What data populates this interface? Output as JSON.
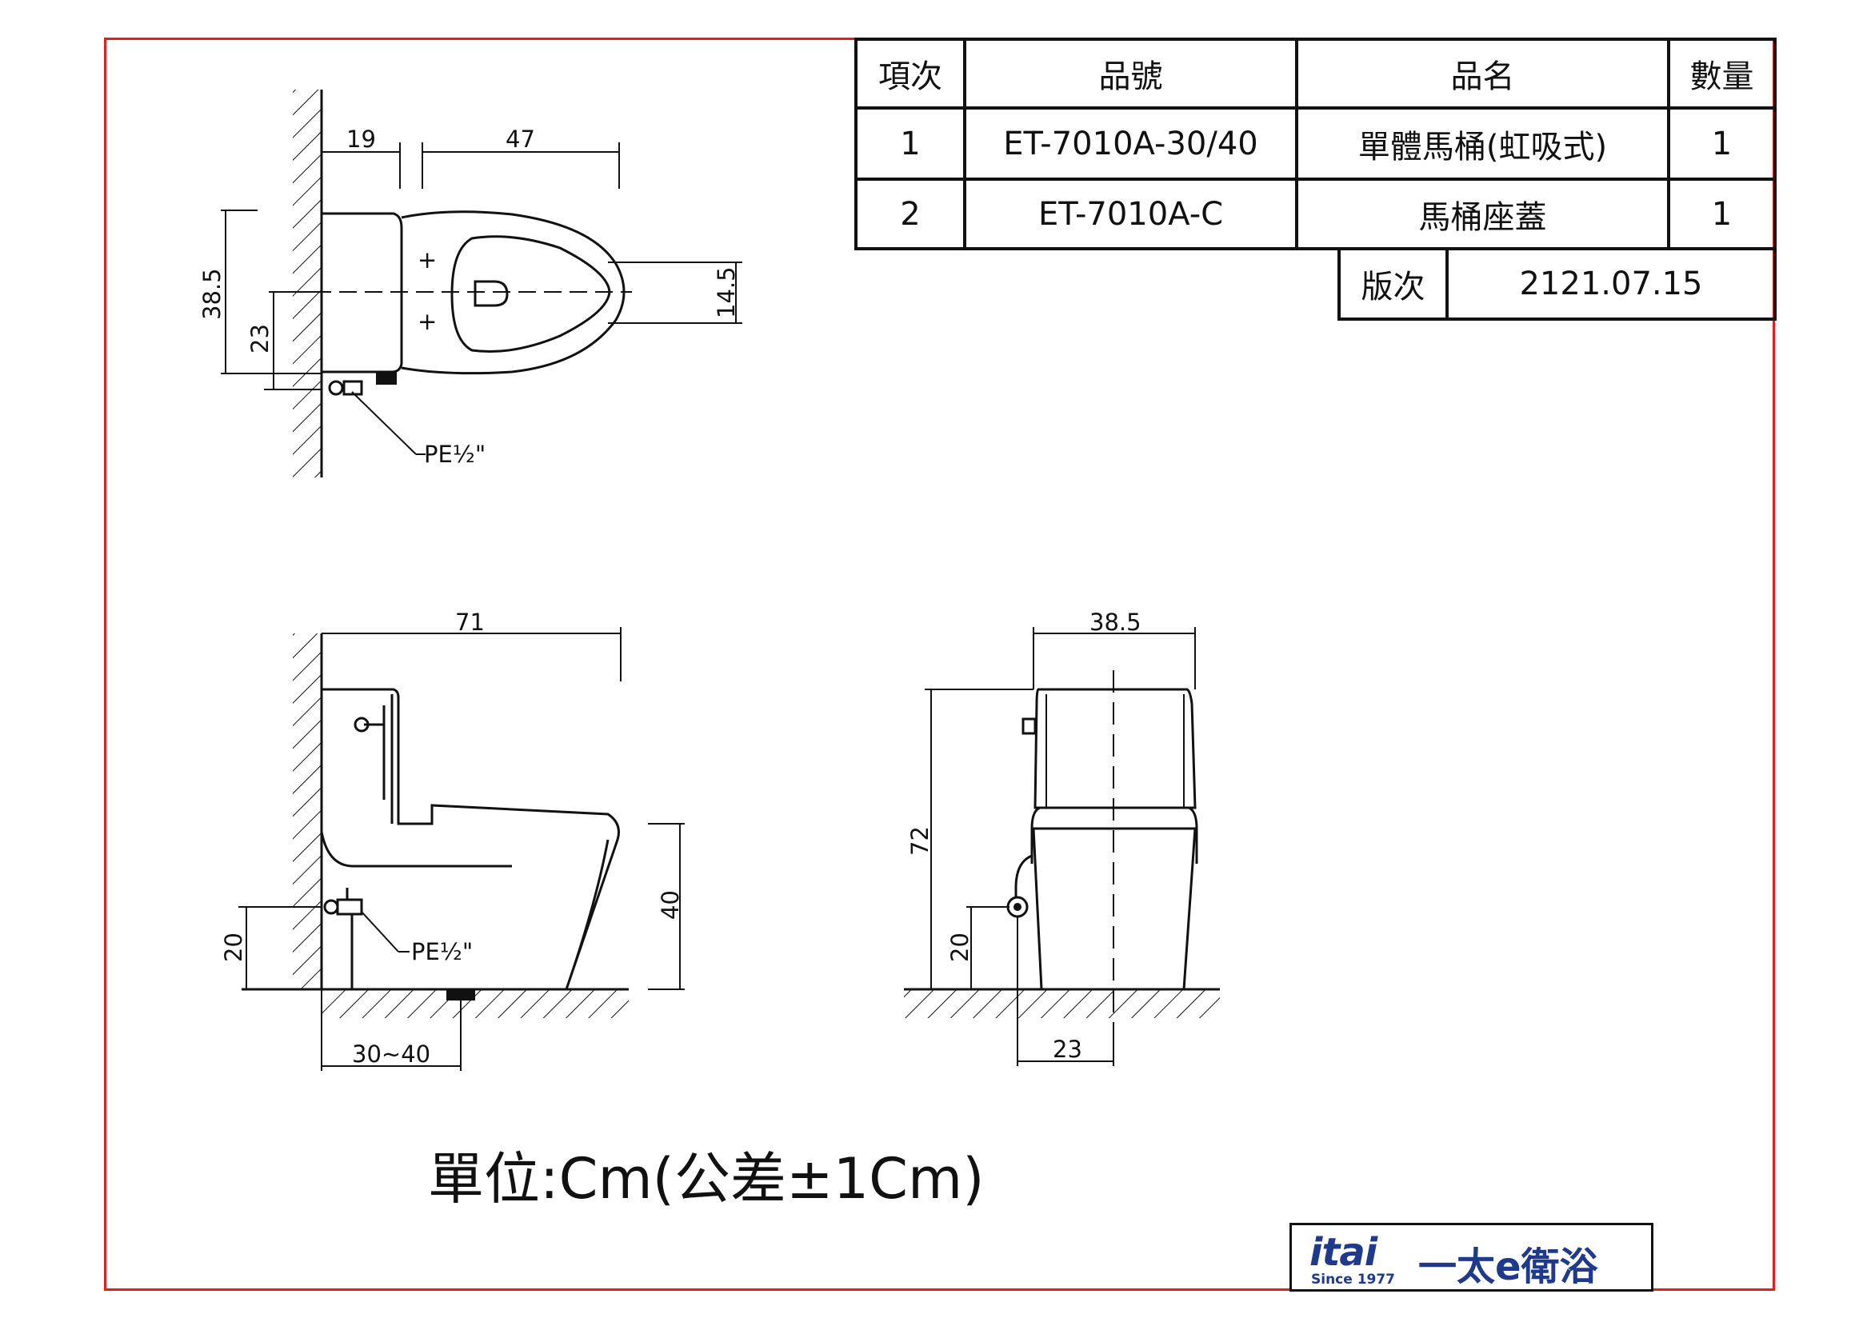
{
  "table": {
    "headers": [
      "項次",
      "品號",
      "品名",
      "數量"
    ],
    "rows": [
      [
        "1",
        "ET-7010A-30/40",
        "單體馬桶(虹吸式)",
        "1"
      ],
      [
        "2",
        "ET-7010A-C",
        "馬桶座蓋",
        "1"
      ]
    ],
    "version_label": "版次",
    "version_value": "2121.07.15"
  },
  "top_view": {
    "dims": [
      "19",
      "47",
      "38.5",
      "23",
      "14.5"
    ],
    "pipe_label": "PE½\""
  },
  "side_view": {
    "dims": [
      "71",
      "40",
      "20",
      "30~40"
    ],
    "pipe_label": "PE½\""
  },
  "front_view": {
    "dims": [
      "38.5",
      "72",
      "20",
      "23"
    ]
  },
  "unit_note": "單位:Cm(公差±1Cm)",
  "logo": {
    "mark": "itai",
    "since": "Since 1977",
    "name": "一太e衛浴"
  },
  "colors": {
    "frame": "#e0201f",
    "lines": "#111111",
    "logo": "#1f3a8c"
  }
}
